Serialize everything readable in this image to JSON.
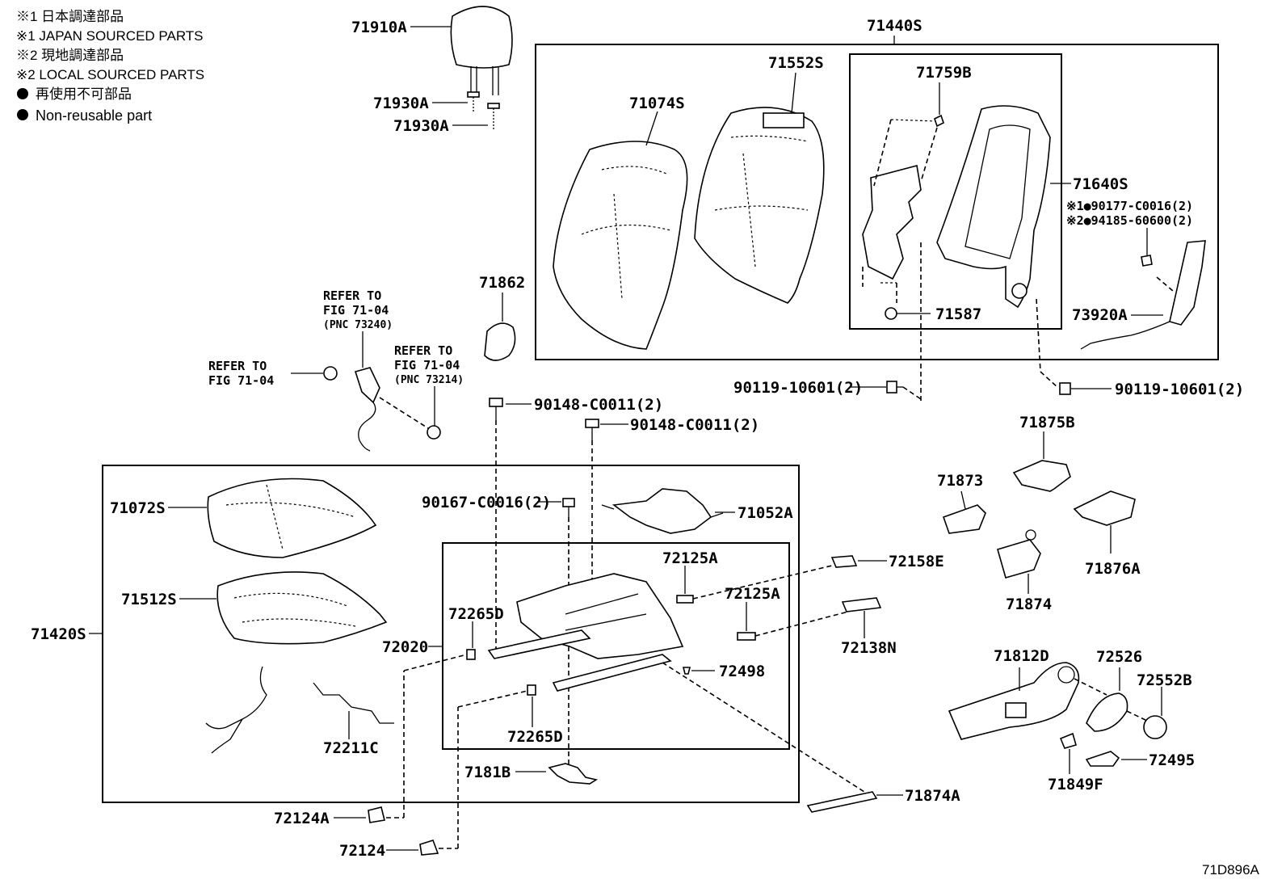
{
  "notes": [
    "※1 日本調達部品",
    "※1 JAPAN SOURCED PARTS",
    "※2 現地調達部品",
    "※2 LOCAL SOURCED PARTS",
    "再使用不可部品",
    "Non-reusable part"
  ],
  "labels": {
    "p71910A": "71910A",
    "p71930A_1": "71930A",
    "p71930A_2": "71930A",
    "p71440S": "71440S",
    "p71074S": "71074S",
    "p71552S": "71552S",
    "p71759B": "71759B",
    "p71640S": "71640S",
    "p90177": "※1●90177-C0016(2)",
    "p94185": "※2●94185-60600(2)",
    "p73920A": "73920A",
    "p71587": "71587",
    "p90119a": "90119-10601(2)",
    "p90119b": "90119-10601(2)",
    "p71862": "71862",
    "refer1_l1": "REFER TO",
    "refer1_l2": "FIG 71-04",
    "refer1_l3": "(PNC 73240)",
    "refer2_l1": "REFER TO",
    "refer2_l2": "FIG 71-04",
    "refer2_l3": "(PNC 73214)",
    "refer3_l1": "REFER TO",
    "refer3_l2": "FIG 71-04",
    "p90148a": "90148-C0011(2)",
    "p90148b": "90148-C0011(2)",
    "p90167": "90167-C0016(2)",
    "p71052A": "71052A",
    "p71072S": "71072S",
    "p71512S": "71512S",
    "p71420S": "71420S",
    "p72125A_1": "72125A",
    "p72125A_2": "72125A",
    "p72265D_1": "72265D",
    "p72265D_2": "72265D",
    "p72020": "72020",
    "p72498": "72498",
    "p72211C": "72211C",
    "p7181B": "7181B",
    "p72124A": "72124A",
    "p72124": "72124",
    "p72158E": "72158E",
    "p72138N": "72138N",
    "p71874A": "71874A",
    "p71875B": "71875B",
    "p71873": "71873",
    "p71876A": "71876A",
    "p71874": "71874",
    "p71812D": "71812D",
    "p72526": "72526",
    "p72552B": "72552B",
    "p72495": "72495",
    "p71849F": "71849F",
    "diagram_id": "71D896A"
  }
}
